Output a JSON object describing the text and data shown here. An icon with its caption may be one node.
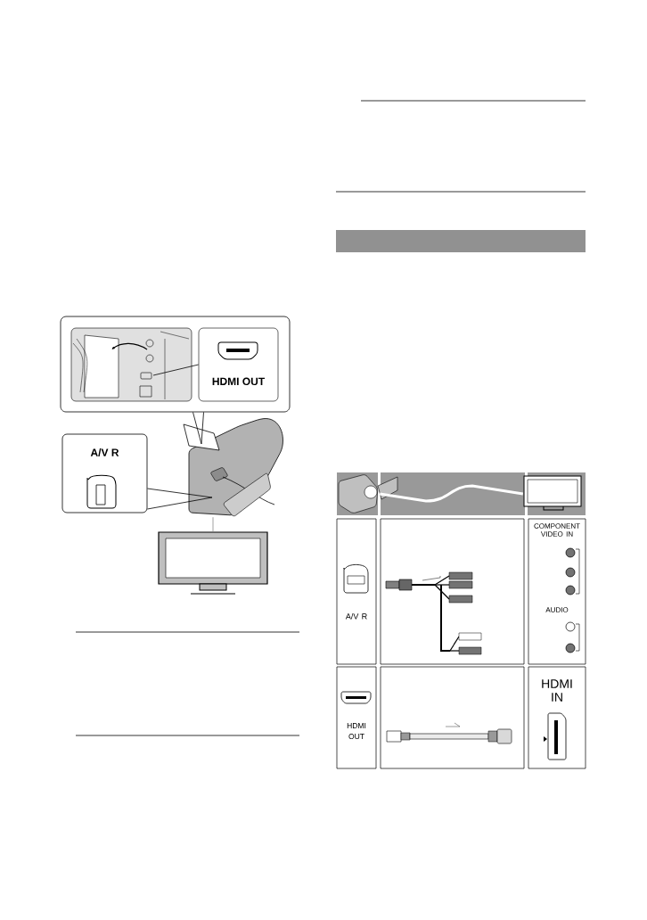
{
  "diagram": {
    "nodes": [
      {
        "text": [],
        "shape": "box"
      },
      {
        "text": [],
        "shape": "picture",
        "in": 0
      },
      {
        "text": [
          "HDMI OUT"
        ],
        "in": 0
      },
      {
        "text": [
          "A/V R"
        ]
      },
      {
        "text": [],
        "shape": "picture"
      },
      {
        "text": [],
        "shape": "picture"
      },
      {
        "text": [
          "A/V R"
        ]
      },
      {
        "text": [],
        "shape": "picture"
      },
      {
        "text": [
          "COMPONENT VIDEO IN",
          "AUDIO"
        ]
      },
      {
        "text": [
          "HDMI OUT"
        ]
      },
      {
        "text": [],
        "shape": "picture"
      },
      {
        "text": [
          "HDMI IN"
        ]
      },
      {
        "text": [],
        "shape": "picture"
      },
      {
        "text": [],
        "shape": "picture"
      },
      {
        "text": [],
        "shape": "bar"
      }
    ],
    "edges": [
      {
        "from": 0,
        "to": 4,
        "arrow": "none"
      },
      {
        "from": 1,
        "to": 2,
        "arrow": "none"
      },
      {
        "from": 3,
        "to": 4,
        "arrow": "none"
      },
      {
        "from": 4,
        "to": 5,
        "arrow": "none",
        "color": "#8c8c8c"
      },
      {
        "from": 12,
        "to": 13,
        "arrow": "none",
        "style": "thick",
        "color": "#ffffff"
      }
    ]
  }
}
